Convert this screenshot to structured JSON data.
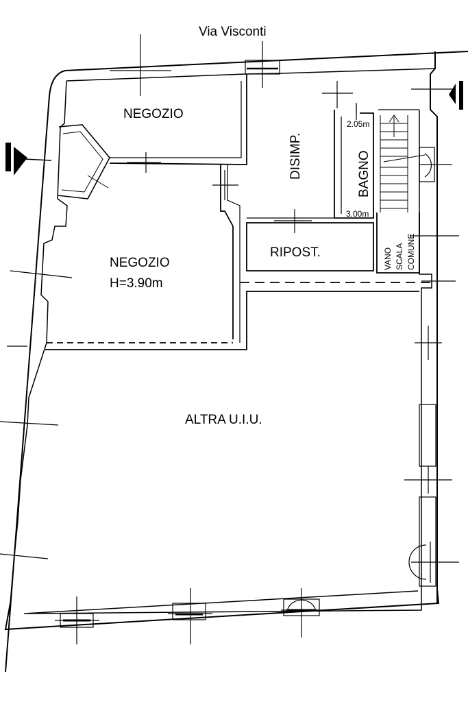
{
  "street": "Via Visconti",
  "rooms": {
    "negozio_top": "NEGOZIO",
    "disimp": "DISIMP.",
    "bagno": "BAGNO",
    "ripost": "RIPOST.",
    "negozio_main": "NEGOZIO",
    "negozio_main_height": "H=3.90m",
    "altra": "ALTRA U.I.U.",
    "vano_line1": "VANO",
    "vano_line2": "SCALA",
    "vano_line3": "COMUNE"
  },
  "dimensions": {
    "bagno_h1": "2.05m",
    "bagno_h2": "3.00m"
  },
  "colors": {
    "line": "#000000",
    "background": "#ffffff"
  }
}
